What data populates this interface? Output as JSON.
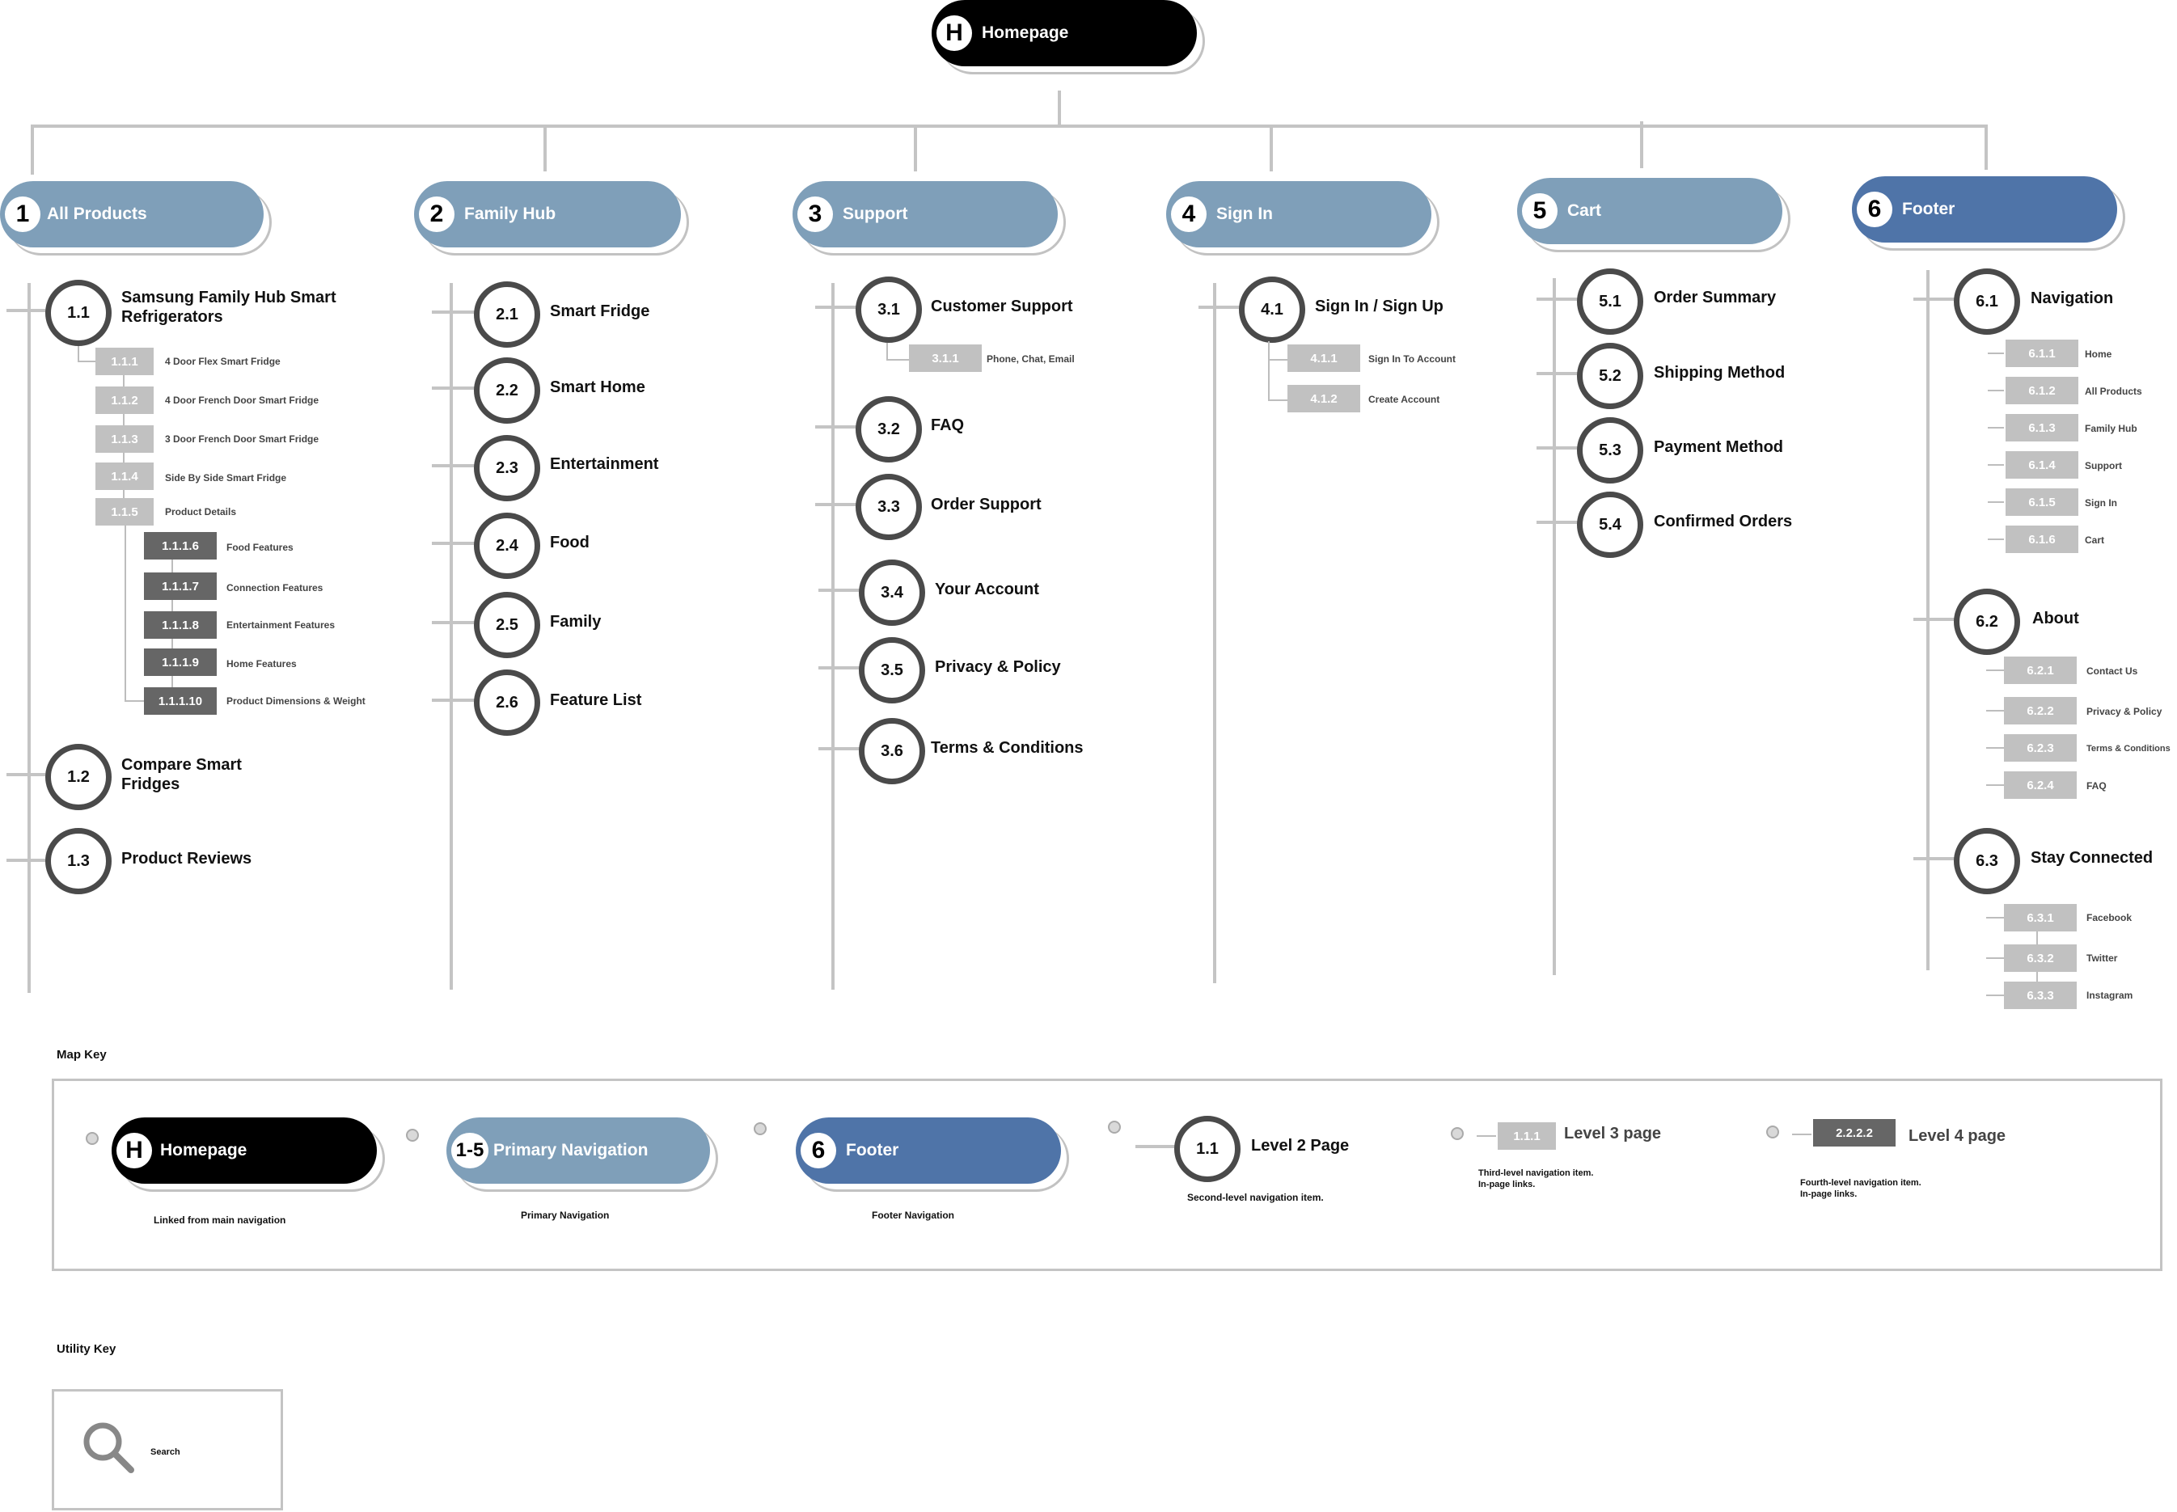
{
  "homepage": {
    "badge": "H",
    "label": "Homepage"
  },
  "sections": [
    {
      "num": "1",
      "label": "All Products"
    },
    {
      "num": "2",
      "label": "Family Hub"
    },
    {
      "num": "3",
      "label": "Support"
    },
    {
      "num": "4",
      "label": "Sign In"
    },
    {
      "num": "5",
      "label": "Cart"
    },
    {
      "num": "6",
      "label": "Footer"
    }
  ],
  "level2": [
    {
      "num": "1.1",
      "label": "Samsung Family Hub Smart\nRefrigerators"
    },
    {
      "num": "1.2",
      "label": "Compare Smart\nFridges"
    },
    {
      "num": "1.3",
      "label": "Product Reviews"
    },
    {
      "num": "2.1",
      "label": "Smart Fridge"
    },
    {
      "num": "2.2",
      "label": "Smart Home"
    },
    {
      "num": "2.3",
      "label": "Entertainment"
    },
    {
      "num": "2.4",
      "label": "Food"
    },
    {
      "num": "2.5",
      "label": "Family"
    },
    {
      "num": "2.6",
      "label": "Feature List"
    },
    {
      "num": "3.1",
      "label": "Customer Support"
    },
    {
      "num": "3.2",
      "label": "FAQ"
    },
    {
      "num": "3.3",
      "label": "Order Support"
    },
    {
      "num": "3.4",
      "label": "Your Account"
    },
    {
      "num": "3.5",
      "label": "Privacy & Policy"
    },
    {
      "num": "3.6",
      "label": "Terms & Conditions"
    },
    {
      "num": "4.1",
      "label": "Sign In / Sign Up"
    },
    {
      "num": "5.1",
      "label": "Order Summary"
    },
    {
      "num": "5.2",
      "label": "Shipping Method"
    },
    {
      "num": "5.3",
      "label": "Payment Method"
    },
    {
      "num": "5.4",
      "label": "Confirmed Orders"
    },
    {
      "num": "6.1",
      "label": "Navigation"
    },
    {
      "num": "6.2",
      "label": "About"
    },
    {
      "num": "6.3",
      "label": "Stay Connected"
    }
  ],
  "level3": [
    {
      "num": "1.1.1",
      "label": "4 Door Flex Smart Fridge"
    },
    {
      "num": "1.1.2",
      "label": "4 Door French Door Smart Fridge"
    },
    {
      "num": "1.1.3",
      "label": "3 Door French Door Smart Fridge"
    },
    {
      "num": "1.1.4",
      "label": "Side By Side Smart Fridge"
    },
    {
      "num": "1.1.5",
      "label": "Product Details"
    },
    {
      "num": "3.1.1",
      "label": "Phone, Chat, Email"
    },
    {
      "num": "4.1.1",
      "label": "Sign In To Account"
    },
    {
      "num": "4.1.2",
      "label": "Create Account"
    },
    {
      "num": "6.1.1",
      "label": "Home"
    },
    {
      "num": "6.1.2",
      "label": "All Products"
    },
    {
      "num": "6.1.3",
      "label": "Family Hub"
    },
    {
      "num": "6.1.4",
      "label": "Support"
    },
    {
      "num": "6.1.5",
      "label": "Sign In"
    },
    {
      "num": "6.1.6",
      "label": "Cart"
    },
    {
      "num": "6.2.1",
      "label": "Contact Us"
    },
    {
      "num": "6.2.2",
      "label": "Privacy & Policy"
    },
    {
      "num": "6.2.3",
      "label": "Terms & Conditions"
    },
    {
      "num": "6.2.4",
      "label": "FAQ"
    },
    {
      "num": "6.3.1",
      "label": "Facebook"
    },
    {
      "num": "6.3.2",
      "label": "Twitter"
    },
    {
      "num": "6.3.3",
      "label": "Instagram"
    }
  ],
  "level4": [
    {
      "num": "1.1.1.6",
      "label": "Food Features"
    },
    {
      "num": "1.1.1.7",
      "label": "Connection Features"
    },
    {
      "num": "1.1.1.8",
      "label": "Entertainment Features"
    },
    {
      "num": "1.1.1.9",
      "label": "Home Features"
    },
    {
      "num": "1.1.1.10",
      "label": "Product Dimensions & Weight"
    }
  ],
  "map_key": {
    "title": "Map Key",
    "homepage_badge": "H",
    "homepage_label": "Homepage",
    "homepage_caption": "Linked from main navigation",
    "primary_badge": "1-5",
    "primary_label": "Primary Navigation",
    "primary_caption": "Primary Navigation",
    "footer_badge": "6",
    "footer_label": "Footer",
    "footer_caption": "Footer Navigation",
    "level2_num": "1.1",
    "level2_label": "Level 2 Page",
    "level2_caption": "Second-level navigation item.",
    "level3_num": "1.1.1",
    "level3_label": "Level 3 page",
    "level3_caption1": "Third-level navigation item.",
    "level3_caption2": "In-page links.",
    "level4_num": "2.2.2.2",
    "level4_label": "Level 4 page",
    "level4_caption1": "Fourth-level navigation item.",
    "level4_caption2": "In-page links."
  },
  "utility_key": {
    "title": "Utility Key",
    "search_label": "Search",
    "icon": "search-icon"
  },
  "colors": {
    "homepage": "#000000",
    "primary": "#7f9fb9",
    "footer": "#4f74a8",
    "circle": "#4a4a4a",
    "level3": "#c1c1c1",
    "level4": "#666666"
  }
}
